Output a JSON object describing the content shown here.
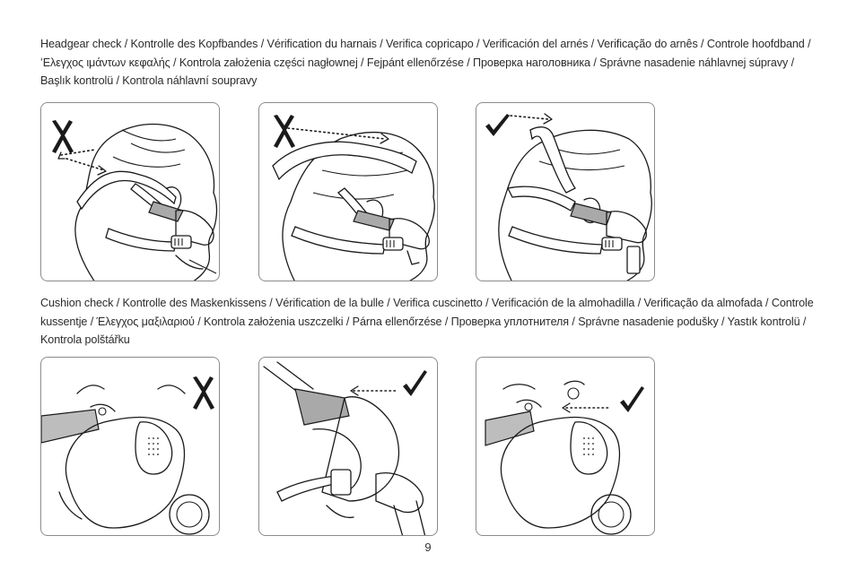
{
  "headgear_check_text": "Headgear check / Kontrolle des Kopfbandes / Vérification du harnais / Verifica copricapo / Verificación del arnés / Verificação do arnês / Controle hoofdband / ʻΕλεγχος ιμάντων κεφαλής / Kontrola założenia części nagłownej / Fejpánt ellenőrzése / Проверка наголовника / Správne nasadenie náhlavnej súpravy / Başlık kontrolü / Kontrola náhlavní soupravy",
  "cushion_check_text": "Cushion check / Kontrolle des Maskenkissens / Vérification de la bulle / Verifica cuscinetto / Verificación de la almohadilla / Verificação da almofada / Controle kussentje / Έλεγχος μαξιλαριού / Kontrola założenia uszczelki / Párna ellenőrzése / Проверка уплотнителя / Správne nasadenie podušky / Yastık kontrolü / Kontrola polštářku",
  "page_number": "9",
  "headgear_panels": [
    {
      "mark": "cross"
    },
    {
      "mark": "cross"
    },
    {
      "mark": "check"
    }
  ],
  "cushion_panels": [
    {
      "mark": "cross"
    },
    {
      "mark": "check"
    },
    {
      "mark": "check"
    }
  ],
  "colors": {
    "strap_grey": "#a9a9a9",
    "panel_border": "#8c8c8c",
    "ink": "#1a1a1a"
  },
  "icons": {
    "cross": "cross-mark-icon",
    "check": "check-mark-icon"
  }
}
